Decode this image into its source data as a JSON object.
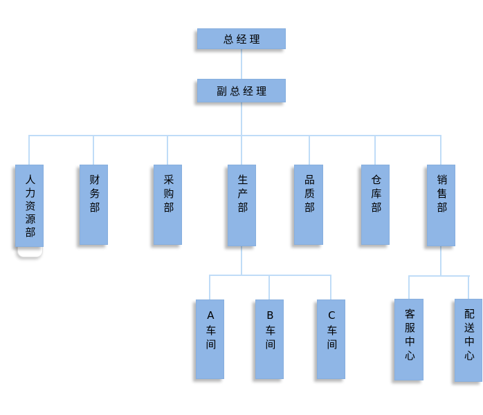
{
  "diagram": {
    "type": "org-chart",
    "background": "#ffffff",
    "colors": {
      "node_fill": "#8fb6e6",
      "node_border": "#86aede",
      "connector": "#bfdcf7",
      "text": "#000000",
      "shadow": "rgba(0,0,0,0.28)"
    },
    "nodes": {
      "general_manager": "总经理",
      "deputy_general_manager": "副总经理",
      "hr_department": "人力资源部",
      "finance_department": "财务部",
      "purchasing_department": "采购部",
      "production_department": "生产部",
      "quality_department": "品质部",
      "warehouse_department": "仓库部",
      "sales_department": "销售部",
      "workshop_a": "A车间",
      "workshop_b": "B车间",
      "workshop_c": "C车间",
      "customer_service_center": "客服中心",
      "delivery_center": "配送中心"
    },
    "hierarchy": [
      {
        "label": "总经理",
        "children": [
          {
            "label": "副总经理",
            "children": [
              {
                "label": "人力资源部"
              },
              {
                "label": "财务部"
              },
              {
                "label": "采购部"
              },
              {
                "label": "生产部",
                "children": [
                  {
                    "label": "A车间"
                  },
                  {
                    "label": "B车间"
                  },
                  {
                    "label": "C车间"
                  }
                ]
              },
              {
                "label": "品质部"
              },
              {
                "label": "仓库部"
              },
              {
                "label": "销售部",
                "children": [
                  {
                    "label": "客服中心"
                  },
                  {
                    "label": "配送中心"
                  }
                ]
              }
            ]
          }
        ]
      }
    ]
  }
}
